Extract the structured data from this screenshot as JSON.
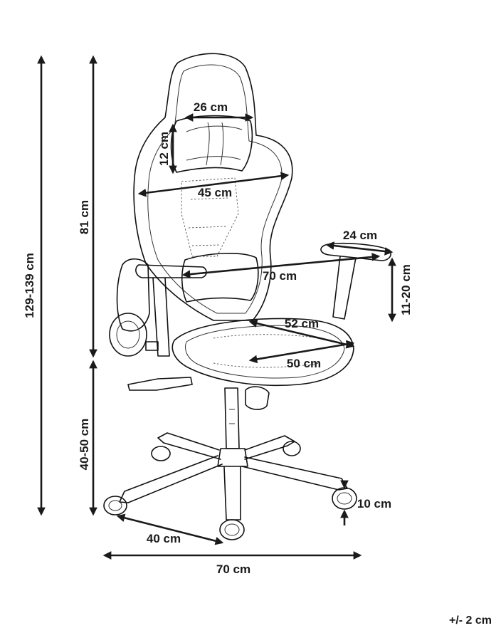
{
  "dimensions": {
    "total_height": "129-139 cm",
    "backrest_height": "81 cm",
    "seat_height": "40-50 cm",
    "headrest_width": "26 cm",
    "headrest_height": "12 cm",
    "backrest_width": "45 cm",
    "armrest_length": "24 cm",
    "armrest_height": "11-20 cm",
    "outer_width": "70 cm",
    "seat_depth": "52 cm",
    "seat_width": "50 cm",
    "caster_size": "10 cm",
    "leg_length": "40 cm",
    "base_width": "70 cm"
  },
  "tolerance": "+/- 2 cm"
}
